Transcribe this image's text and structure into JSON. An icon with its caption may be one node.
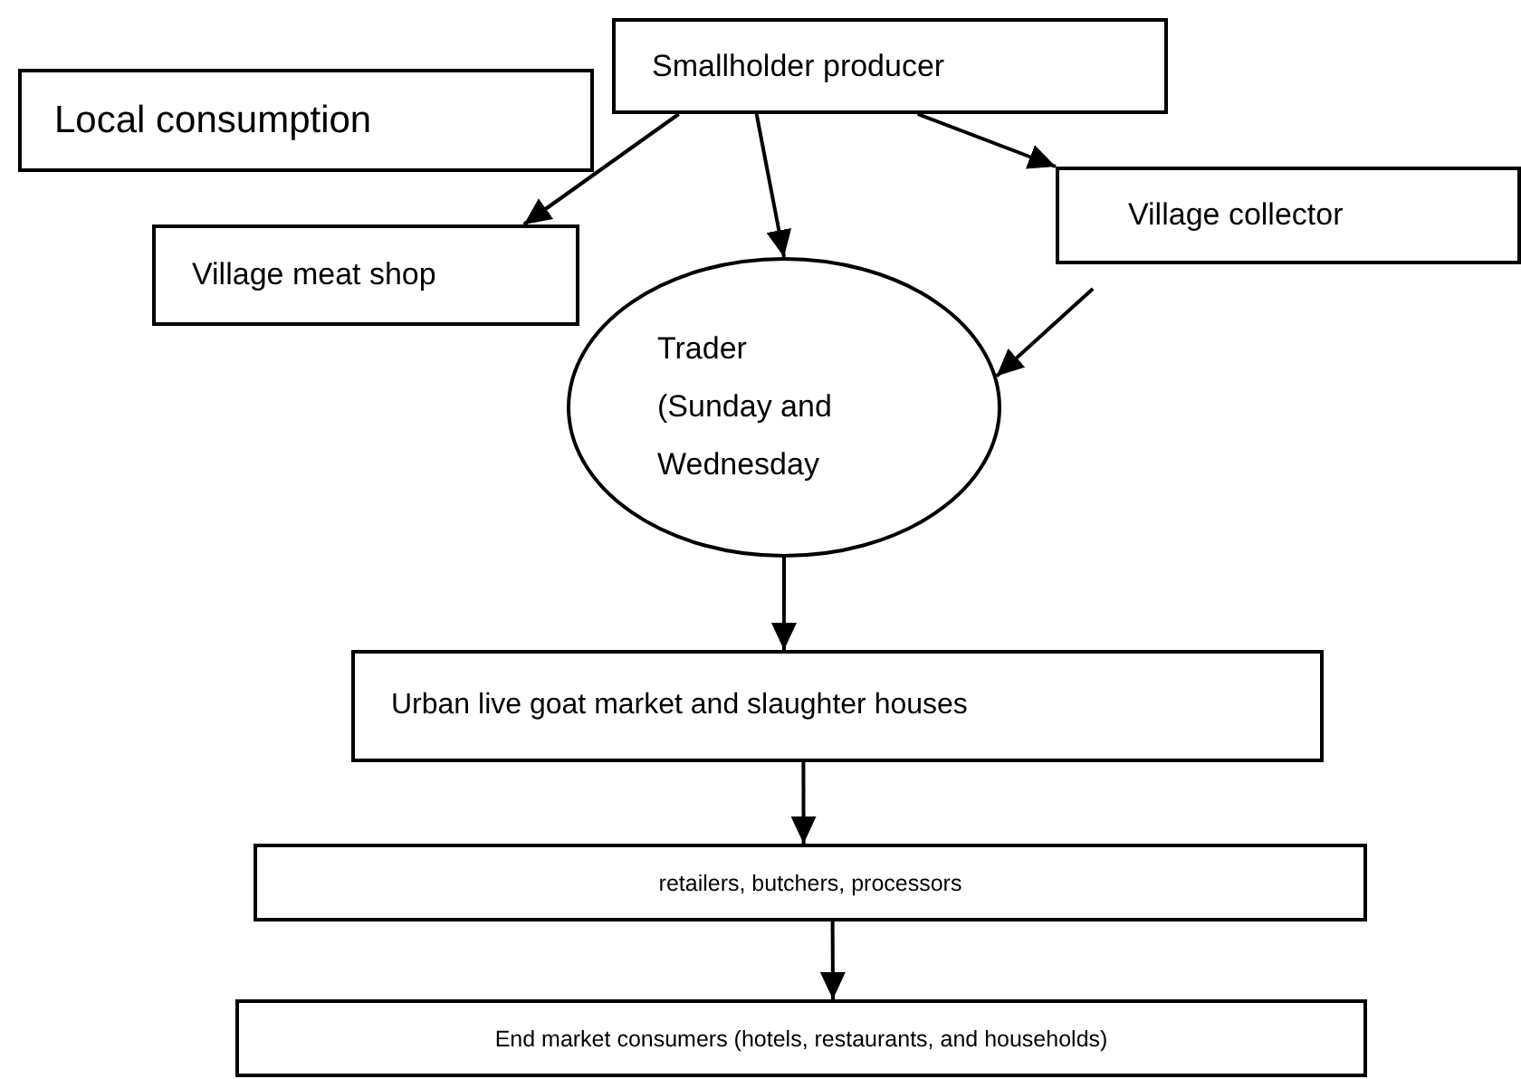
{
  "diagram": {
    "nodes": [
      {
        "text": [
          "Smallholder producer"
        ]
      },
      {
        "text": [
          "Local consumption"
        ]
      },
      {
        "text": [
          "Village meat shop"
        ]
      },
      {
        "text": [
          "Village collector"
        ]
      },
      {
        "text": [
          "Trader (Sunday and Wednesday"
        ]
      },
      {
        "text": [
          "Urban live goat market and slaughter houses"
        ]
      },
      {
        "text": [
          "retailers, butchers, processors"
        ]
      },
      {
        "text": [
          "End market consumers (hotels, restaurants, and households)"
        ]
      }
    ],
    "edges": [
      {
        "from": 0,
        "to": 2,
        "arrow": "to"
      },
      {
        "from": 0,
        "to": 4,
        "arrow": "to"
      },
      {
        "from": 0,
        "to": 3,
        "arrow": "to"
      },
      {
        "from": 3,
        "to": 4,
        "arrow": "to"
      },
      {
        "from": 4,
        "to": 5,
        "arrow": "to"
      },
      {
        "from": 5,
        "to": 6,
        "arrow": "to"
      },
      {
        "from": 6,
        "to": 7,
        "arrow": "to"
      }
    ]
  }
}
